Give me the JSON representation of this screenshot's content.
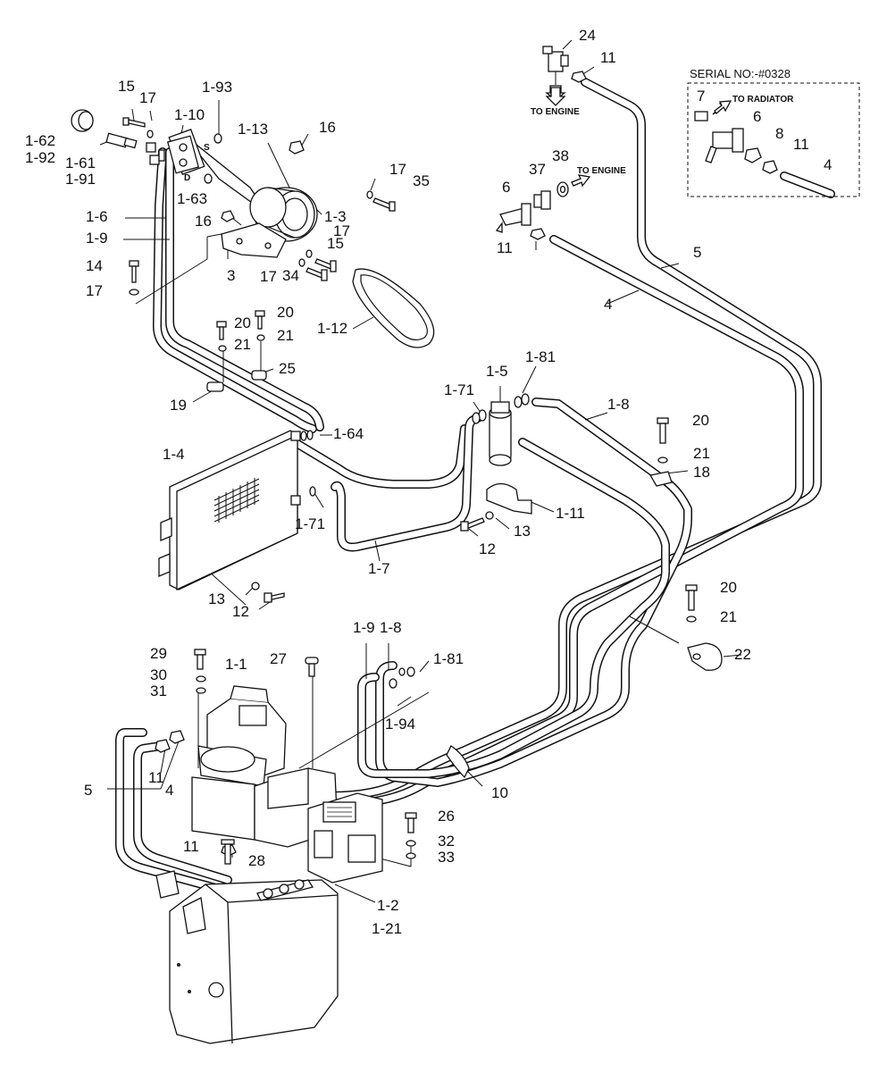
{
  "serial_note": "SERIAL NO:-#0328",
  "flow_notes": {
    "to_engine_top": "TO ENGINE",
    "to_engine_mid": "TO ENGINE",
    "to_radiator": "TO RADIATOR"
  },
  "compressor_ports": {
    "suction": "S",
    "discharge": "D"
  },
  "labels": {
    "p24": "24",
    "p11_top": "11",
    "p7": "7",
    "p6_inset": "6",
    "p8": "8",
    "p11_inset": "11",
    "p4_inset": "4",
    "p15": "15",
    "p17_a": "17",
    "p1_93": "1-93",
    "p1_10": "1-10",
    "p1_62": "1-62",
    "p1_92": "1-92",
    "p1_61": "1-61",
    "p1_91": "1-91",
    "p1_13": "1-13",
    "p16_a": "16",
    "p17_b": "17",
    "p35": "35",
    "p1_63": "1-63",
    "p37": "37",
    "p38": "38",
    "p6": "6",
    "p1_6": "1-6",
    "p16_b": "16",
    "p1_3": "1-3",
    "p1_9": "1-9",
    "p17_c": "17",
    "p11_mid": "11",
    "p5": "5",
    "p15_b": "15",
    "p14": "14",
    "p3": "3",
    "p17_d": "17",
    "p34": "34",
    "p17_e": "17",
    "p4": "4",
    "p1_12": "1-12",
    "p20_a": "20",
    "p20_b": "20",
    "p21_a": "21",
    "p21_b": "21",
    "p25": "25",
    "p1_81": "1-81",
    "p1_5": "1-5",
    "p1_71": "1-71",
    "p19": "19",
    "p1_8": "1-8",
    "p1_64": "1-64",
    "p20_c": "20",
    "p1_4": "1-4",
    "p21_c": "21",
    "p18": "18",
    "p1_71_b": "1-71",
    "p1_11": "1-11",
    "p13": "13",
    "p12": "12",
    "p1_7": "1-7",
    "p13_b": "13",
    "p20_d": "20",
    "p12_b": "12",
    "p21_d": "21",
    "p29": "29",
    "p27": "27",
    "p1_9_b": "1-9",
    "p1_8_b": "1-8",
    "p1_1": "1-1",
    "p1_81_b": "1-81",
    "p22": "22",
    "p30": "30",
    "p31": "31",
    "p1_94": "1-94",
    "p11_low": "11",
    "p5_low": "5",
    "p4_low": "4",
    "p10": "10",
    "p26": "26",
    "p32": "32",
    "p11_bot": "11",
    "p28": "28",
    "p33": "33",
    "p1_2": "1-2",
    "p1_21": "1-21"
  }
}
